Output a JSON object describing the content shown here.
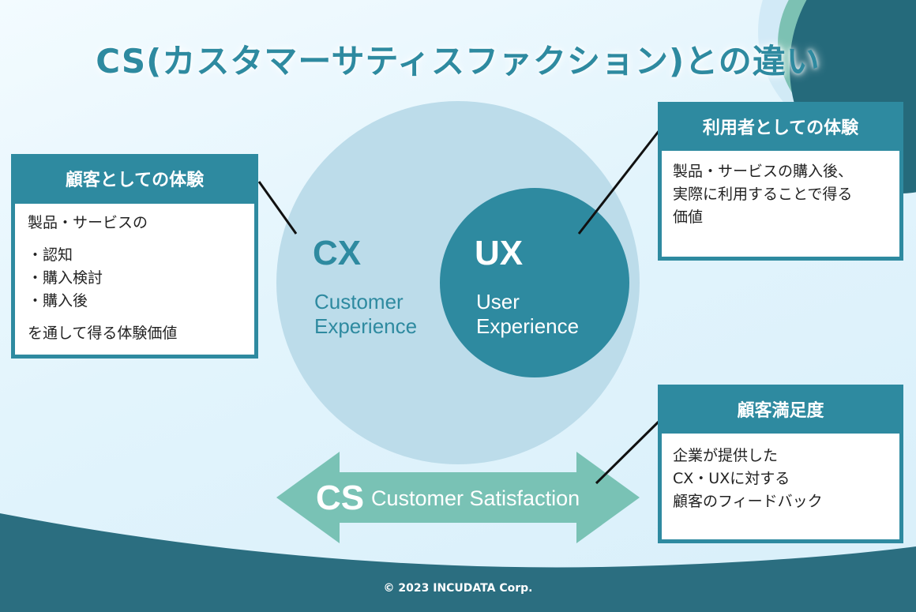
{
  "title": "CS(カスタマーサティスファクション)との違い",
  "cx": {
    "abbr": "CX",
    "name_lines": [
      "Customer",
      "Experience"
    ]
  },
  "ux": {
    "abbr": "UX",
    "name_lines": [
      "User",
      "Experience"
    ]
  },
  "cs": {
    "abbr": "CS",
    "name": "Customer Satisfaction"
  },
  "cards": {
    "cx_card": {
      "heading": "顧客としての体験",
      "lines": [
        "製品・サービスの",
        "・認知",
        "・購入検討",
        "・購入後",
        "を通して得る体験価値"
      ]
    },
    "ux_card": {
      "heading": "利用者としての体験",
      "lines": [
        "製品・サービスの購入後、",
        "実際に利用することで得る",
        "価値"
      ]
    },
    "cs_card": {
      "heading": "顧客満足度",
      "lines": [
        "企業が提供した",
        "CX・UXに対する",
        "顧客のフィードバック"
      ]
    }
  },
  "footer": "© 2023 INCUDATA Corp.",
  "colors": {
    "primary": "#2e8aa0",
    "dark_teal": "#256a7b",
    "light_circle": "#bcdcea",
    "arrow": "#79c2b5",
    "band": "#2b6e80"
  }
}
